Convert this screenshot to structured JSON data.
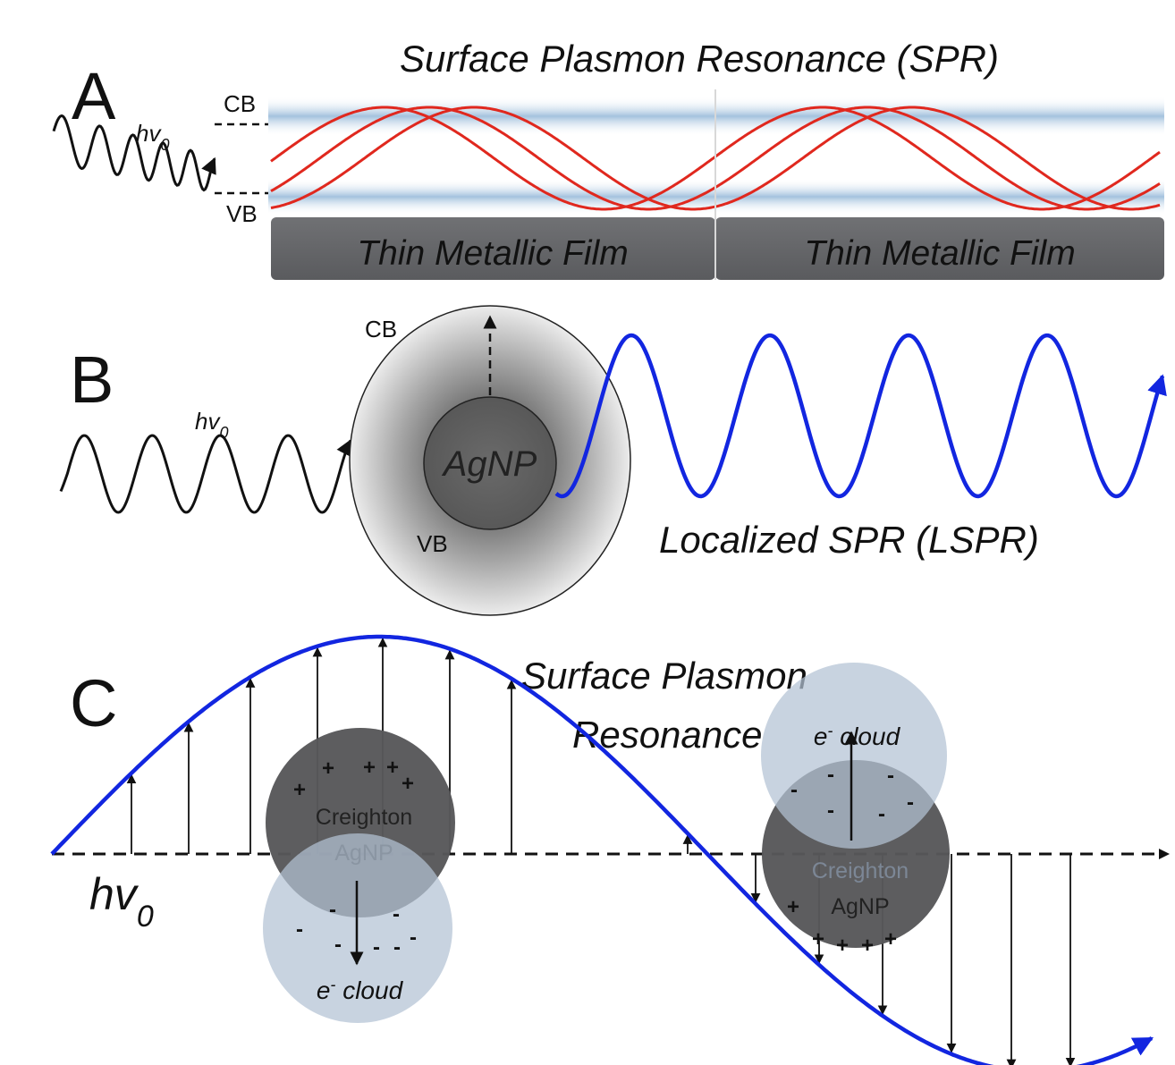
{
  "panel_a": {
    "letter": "A",
    "title": "Surface Plasmon Resonance (SPR)",
    "cb_label": "CB",
    "vb_label": "VB",
    "hv_label": "hv",
    "hv_sub": "0",
    "film_label_left": "Thin Metallic Film",
    "film_label_right": "Thin Metallic Film"
  },
  "panel_b": {
    "letter": "B",
    "hv_label": "hv",
    "hv_sub": "0",
    "cb_label": "CB",
    "vb_label": "VB",
    "particle_label": "AgNP",
    "lspr_label": "Localized SPR (LSPR)"
  },
  "panel_c": {
    "letter": "C",
    "hv_label": "hv",
    "hv_sub": "0",
    "title_line1": "Surface Plasmon",
    "title_line2": "Resonance",
    "cloud_prefix": "e",
    "cloud_sup": "-",
    "cloud_word": " cloud",
    "np_line1": "Creighton",
    "np_line2": "AgNP",
    "plus_sign": "+",
    "minus_sign": "-"
  },
  "colors": {
    "incident_wave": "#111111",
    "spr_wave_red": "#e0281e",
    "plasmon_wave_blue": "#1226e0",
    "film": "#5f6063",
    "band_blue": "#a9c6e0",
    "cloud": "#a7b7cb",
    "nanoparticle": "#58585a"
  }
}
